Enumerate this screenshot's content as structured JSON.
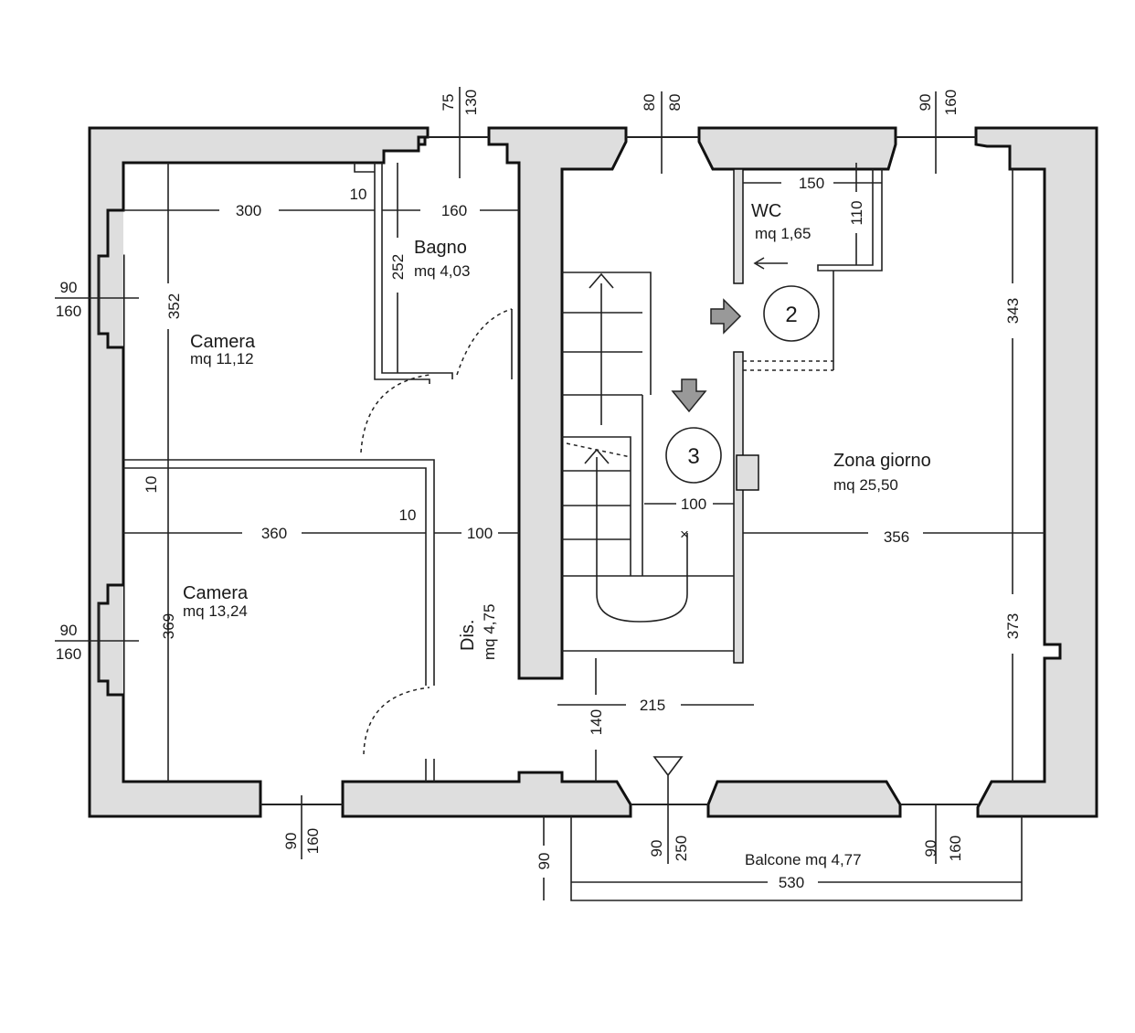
{
  "rooms": {
    "camera1": {
      "name": "Camera",
      "area": "mq 11,12"
    },
    "bagno": {
      "name": "Bagno",
      "area": "mq 4,03"
    },
    "wc": {
      "name": "WC",
      "area": "mq 1,65"
    },
    "camera2": {
      "name": "Camera",
      "area": "mq 13,24"
    },
    "dis": {
      "name": "Dis.",
      "area": "mq 4,75"
    },
    "zona": {
      "name": "Zona giorno",
      "area": "mq 25,50"
    },
    "balcone": {
      "label": "Balcone mq 4,77"
    }
  },
  "dimensions": {
    "d300": "300",
    "d160": "160",
    "d10a": "10",
    "d252": "252",
    "d352": "352",
    "d150": "150",
    "d110": "110",
    "d343": "343",
    "d10b": "10",
    "d360": "360",
    "d10c": "10",
    "d100a": "100",
    "d100b": "100",
    "d356": "356",
    "d369": "369",
    "d373": "373",
    "d215": "215",
    "d140": "140",
    "d90": "90",
    "d530": "530"
  },
  "windows": {
    "top_bagno": [
      "75",
      "130"
    ],
    "top_stair": [
      "80",
      "80"
    ],
    "top_zona": [
      "90",
      "160"
    ],
    "left_upper": [
      "90",
      "160"
    ],
    "left_lower": [
      "90",
      "160"
    ],
    "bottom_camera": [
      "90",
      "160"
    ],
    "bottom_door": [
      "90",
      "250"
    ],
    "bottom_zona": [
      "90",
      "160"
    ]
  },
  "markers": {
    "m2": "2",
    "m3": "3"
  }
}
